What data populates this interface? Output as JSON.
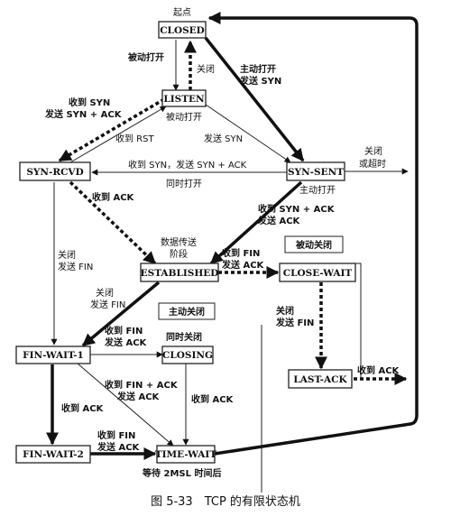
{
  "states": {
    "closed": "CLOSED",
    "listen": "LISTEN",
    "syn_rcvd": "SYN-RCVD",
    "syn_sent": "SYN-SENT",
    "established": "ESTABLISHED",
    "close_wait": "CLOSE-WAIT",
    "last_ack": "LAST-ACK",
    "fin_wait_1": "FIN-WAIT-1",
    "closing": "CLOSING",
    "fin_wait_2": "FIN-WAIT-2",
    "time_wait": "TIME-WAIT"
  },
  "labels": {
    "start": "起点",
    "passive_open": "被动打开",
    "close": "关闭",
    "active_open": "主动打开",
    "send_syn": "发送 SYN",
    "recv_syn": "收到 SYN",
    "send_syn_ack": "发送 SYN + ACK",
    "recv_rst": "收到 RST",
    "passive_open_2": "被动打开",
    "send_syn_2": "发送 SYN",
    "recv_syn_send_synack": "收到 SYN，发送 SYN + ACK",
    "close_or_timeout_1": "关闭",
    "close_or_timeout_2": "或超时",
    "simultaneous_open": "同时打开",
    "active_open_2": "主动打开",
    "recv_ack": "收到 ACK",
    "recv_synack_1": "收到 SYN + ACK",
    "recv_synack_2": "发送 ACK",
    "data_transfer_1": "数据传送",
    "data_transfer_2": "阶段",
    "recv_fin": "收到 FIN",
    "send_ack": "发送 ACK",
    "passive_close": "被动关闭",
    "close_2": "关闭",
    "send_fin": "发送 FIN",
    "close_3": "关闭",
    "send_fin_2": "发送 FIN",
    "active_close": "主动关闭",
    "close_4": "关闭",
    "send_fin_3": "发送 FIN",
    "recv_fin_2": "收到 FIN",
    "send_ack_2": "发送 ACK",
    "simultaneous_close": "同时关闭",
    "recv_ack_2": "收到 ACK",
    "recv_fin_ack_1": "收到 FIN + ACK",
    "recv_fin_ack_2": "发送 ACK",
    "recv_ack_3": "收到 ACK",
    "recv_ack_4": "收到 ACK",
    "recv_fin_3": "收到 FIN",
    "send_ack_3": "发送 ACK",
    "wait_2msl": "等待 2MSL 时间后"
  },
  "caption": "图 5-33　TCP 的有限状态机"
}
